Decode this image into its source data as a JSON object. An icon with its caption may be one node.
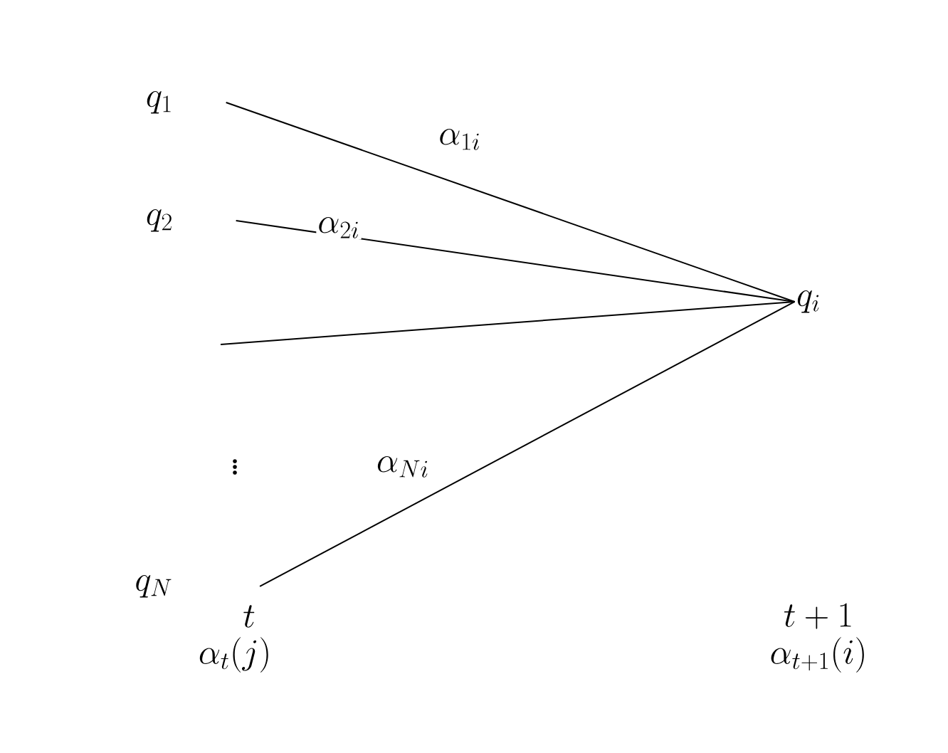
{
  "diagram": {
    "nodes": [
      {
        "text": [
          "q_1"
        ]
      },
      {
        "text": [
          "q_2"
        ]
      },
      {
        "text": [
          "q_N"
        ]
      },
      {
        "text": [
          "q_i"
        ]
      }
    ],
    "edges": [
      {
        "from": 0,
        "to": 3,
        "arrow": "none",
        "label": "\\alpha_{1i}"
      },
      {
        "from": 1,
        "to": 3,
        "arrow": "none",
        "label": "\\alpha_{2i}"
      },
      {
        "from": null,
        "to": 3,
        "arrow": "none"
      },
      {
        "from": 2,
        "to": 3,
        "arrow": "none",
        "label": "\\alpha_{Ni}"
      }
    ],
    "labels": [
      "\\vdots",
      "t",
      "\\alpha_t(j)",
      "t+1",
      "\\alpha_{t+1}(i)"
    ]
  }
}
